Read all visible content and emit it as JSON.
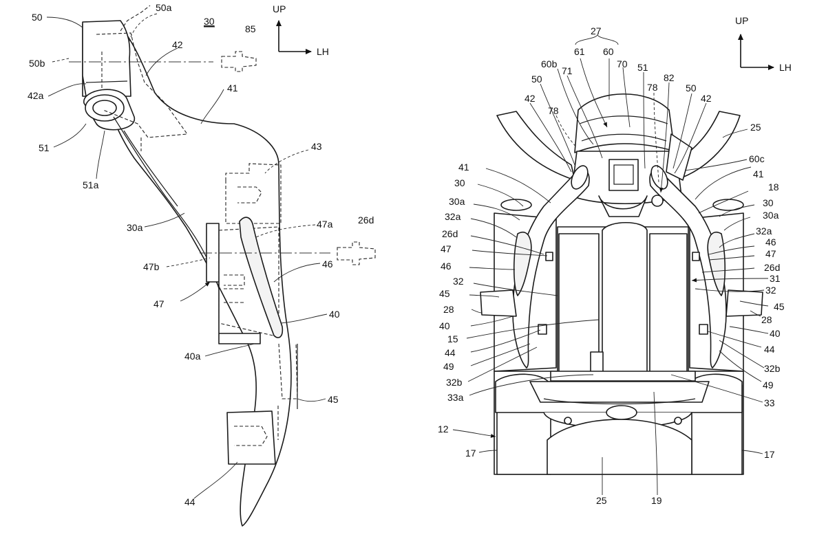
{
  "left_view": {
    "title": "30",
    "direction": {
      "up": "UP",
      "side": "LH"
    },
    "labels": {
      "l50": "50",
      "l50a": "50a",
      "l50b": "50b",
      "l42": "42",
      "l42a": "42a",
      "l85": "85",
      "l41": "41",
      "l51": "51",
      "l51a": "51a",
      "l43": "43",
      "l30a": "30a",
      "l47a": "47a",
      "l26d": "26d",
      "l47b": "47b",
      "l46": "46",
      "l47": "47",
      "l40": "40",
      "l40a": "40a",
      "l45": "45",
      "l44": "44"
    }
  },
  "right_view": {
    "direction": {
      "up": "UP",
      "side": "LH"
    },
    "labels": {
      "l27": "27",
      "l61": "61",
      "l60": "60",
      "l60b": "60b",
      "l70": "70",
      "l71": "71",
      "l51": "51",
      "l82": "82",
      "l50L": "50",
      "l78a": "78",
      "l50R": "50",
      "l42L": "42",
      "l42R": "42",
      "l78b": "78",
      "l25top": "25",
      "l60c": "60c",
      "l41L": "41",
      "l41R": "41",
      "l18": "18",
      "l30L": "30",
      "l30R": "30",
      "l30aL": "30a",
      "l30aR": "30a",
      "l32aL": "32a",
      "l32aR": "32a",
      "l26dL": "26d",
      "l26dR": "26d",
      "l46L": "46",
      "l46R": "46",
      "l47L": "47",
      "l47R": "47",
      "l31": "31",
      "l32L": "32",
      "l32R": "32",
      "l45L": "45",
      "l45R": "45",
      "l28L": "28",
      "l28R": "28",
      "l40L": "40",
      "l40R": "40",
      "l15": "15",
      "l44L": "44",
      "l44R": "44",
      "l49L": "49",
      "l49R": "49",
      "l32bL": "32b",
      "l32bR": "32b",
      "l33a": "33a",
      "l33": "33",
      "l12": "12",
      "l17L": "17",
      "l17R": "17",
      "l25bot": "25",
      "l19": "19"
    }
  }
}
